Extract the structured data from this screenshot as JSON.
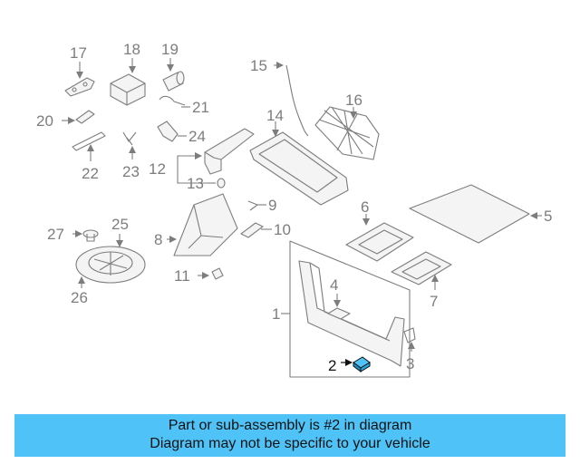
{
  "callouts": {
    "n1": "1",
    "n2": "2",
    "n3": "3",
    "n4": "4",
    "n5": "5",
    "n6": "6",
    "n7": "7",
    "n8": "8",
    "n9": "9",
    "n10": "10",
    "n11": "11",
    "n12": "12",
    "n13": "13",
    "n14": "14",
    "n15": "15",
    "n16": "16",
    "n17": "17",
    "n18": "18",
    "n19": "19",
    "n20": "20",
    "n21": "21",
    "n22": "22",
    "n23": "23",
    "n24": "24",
    "n25": "25",
    "n26": "26",
    "n27": "27"
  },
  "highlight_color": "#4fc3f7",
  "banner": {
    "line1": "Part or sub-assembly is #2 in diagram",
    "line2": "Diagram may not be specific to your vehicle"
  }
}
